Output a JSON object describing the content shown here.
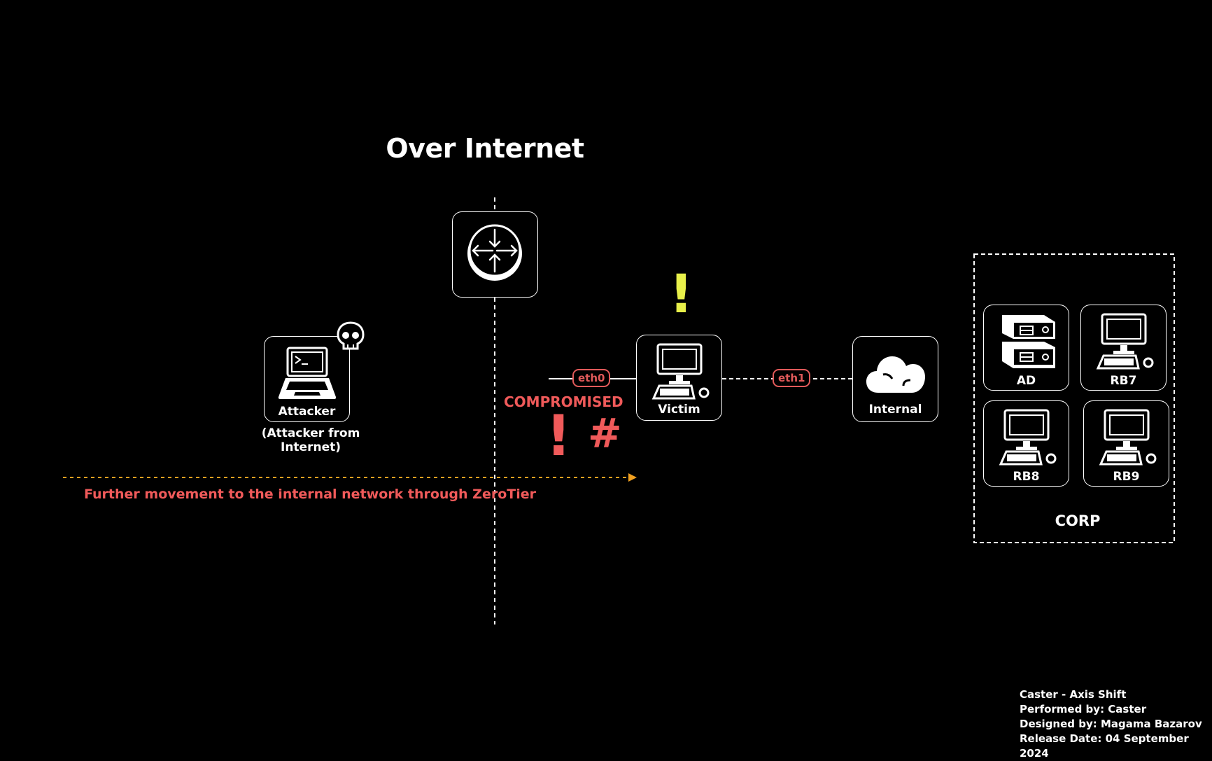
{
  "title": "Over Internet",
  "nodes": {
    "attacker": {
      "label": "Attacker",
      "caption": "(Attacker from Internet)"
    },
    "victim": {
      "label": "Victim"
    },
    "internal": {
      "label": "Internal"
    },
    "ad": {
      "label": "AD"
    },
    "rb7": {
      "label": "RB7"
    },
    "rb8": {
      "label": "RB8"
    },
    "rb9": {
      "label": "RB9"
    }
  },
  "interfaces": {
    "eth0": "eth0",
    "eth1": "eth1"
  },
  "status": {
    "compromised": "COMPROMISED",
    "exclaim_red": "!",
    "hash": "#",
    "exclaim_yellow": "!"
  },
  "movement_text": "Further movement to the internal network through ZeroTier",
  "corp_label": "CORP",
  "credits": [
    "Caster - Axis Shift",
    "Performed by: Caster",
    "Designed by: Magama Bazarov",
    "Release Date: 04 September 2024"
  ],
  "colors": {
    "accent_red": "#f05a5a",
    "accent_yellow": "#e8f04a",
    "movement_orange": "#f0a020",
    "background": "#000000"
  },
  "icons": {
    "attacker": "laptop-terminal-icon",
    "skull": "skull-icon",
    "router": "router-icon",
    "victim": "desktop-computer-icon",
    "internal": "cloud-icon",
    "ad": "server-icon"
  }
}
